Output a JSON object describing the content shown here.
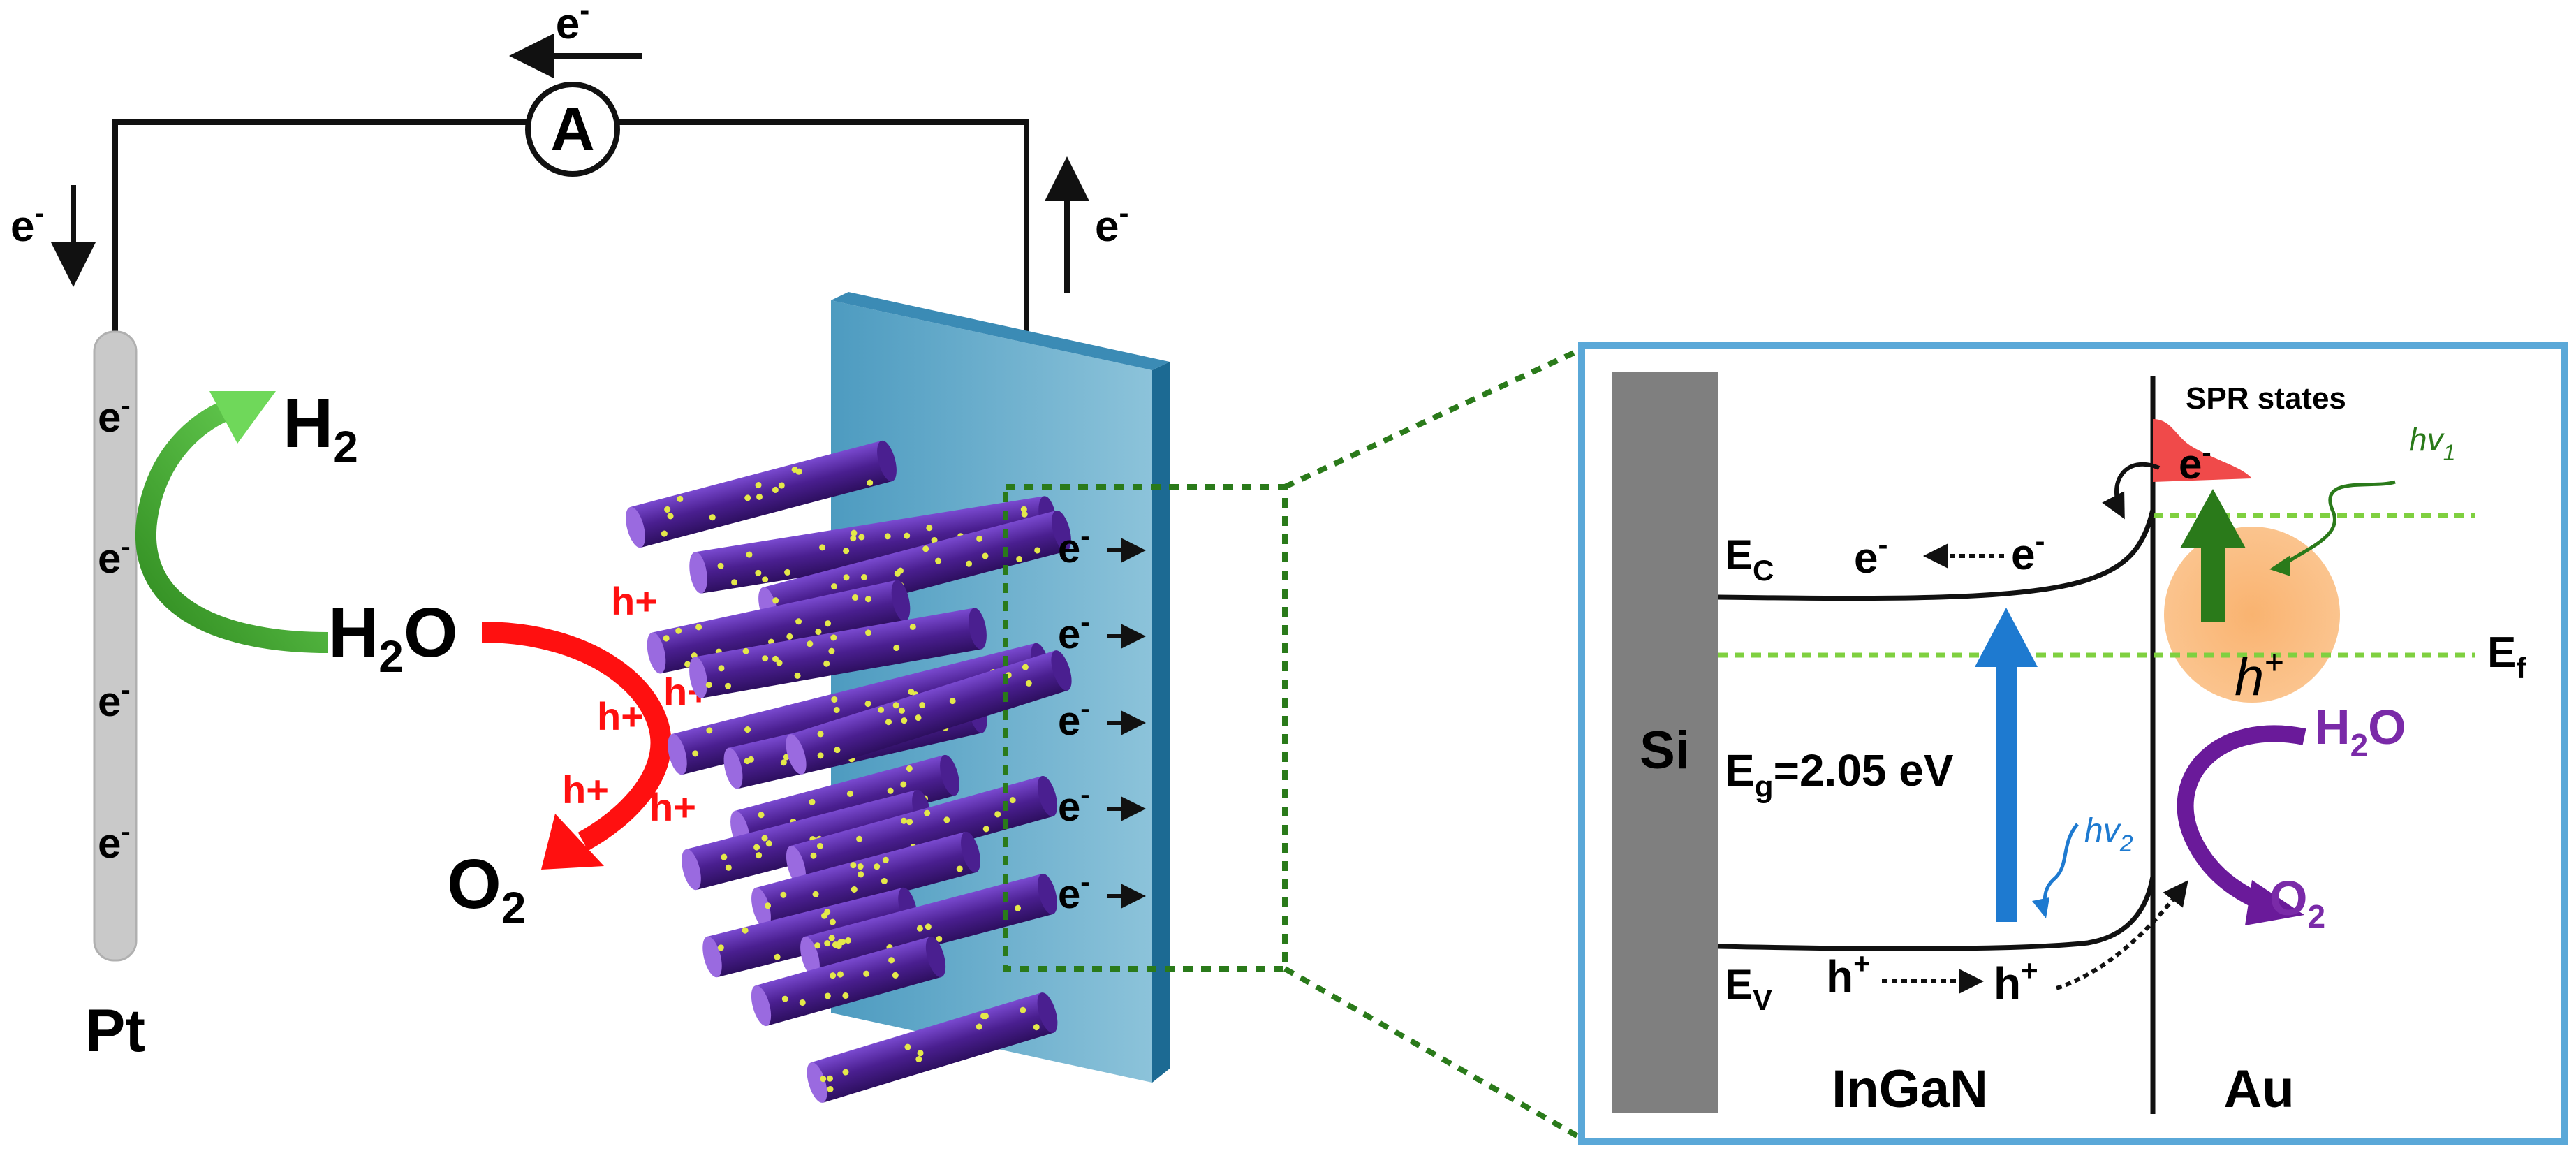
{
  "labels": {
    "pt": "Pt",
    "ammeter": "A",
    "e": "e",
    "minus": "-",
    "h2": "H",
    "h2_sub": "2",
    "h2o": "H",
    "h2o_sub": "2",
    "h2o_o": "O",
    "o2": "O",
    "o2_sub": "2",
    "hplus": "h+"
  },
  "band": {
    "si": "Si",
    "ingan": "InGaN",
    "au": "Au",
    "spr_states": "SPR states",
    "ec": "E",
    "ec_sub": "C",
    "ev": "E",
    "ev_sub": "V",
    "ef": "E",
    "ef_sub": "f",
    "eg_e": "E",
    "eg_sub": "g",
    "eg_value": "=2.05 eV",
    "hv1": "hv",
    "hv1_sub": "1",
    "hv2": "hv",
    "hv2_sub": "2",
    "e": "e",
    "minus": "-",
    "h": "h",
    "plus": "+",
    "h2o": "H",
    "h2o_sub": "2",
    "h2o_o": "O",
    "o2": "O",
    "o2_sub": "2"
  },
  "colors": {
    "wire": "#111111",
    "pt_rod": "#c8c8c8",
    "panel": "#6ab3cf",
    "panel_dark": "#1e6f98",
    "nanorod": "#5a2aa0",
    "nanoparticle": "#e4e84a",
    "red": "#ff0000",
    "green": "#56b83a",
    "box_border": "#5aa8d8",
    "dotted_green": "#2a7a1a",
    "fermi": "#7fd040",
    "si_gray": "#808080",
    "blue_arrow": "#1e7ad0",
    "purple": "#6a1a9a",
    "orange": "#f7b06a",
    "spr_red": "#f04a4a",
    "dark_green": "#2a7a1a"
  }
}
